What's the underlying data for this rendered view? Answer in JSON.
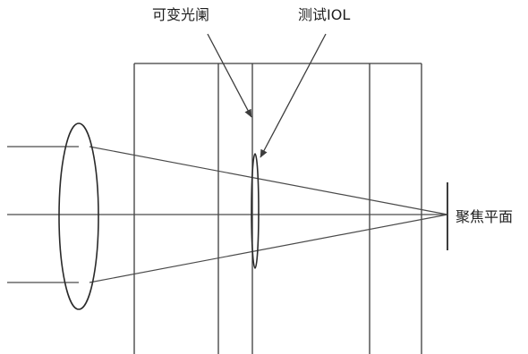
{
  "labels": {
    "variable_aperture": "可变光阑",
    "test_iol": "测试IOL",
    "focal_plane": "聚焦平面"
  },
  "colors": {
    "stroke": "#3c3c3c",
    "text": "#1e1e1e",
    "background": "#ffffff"
  }
}
